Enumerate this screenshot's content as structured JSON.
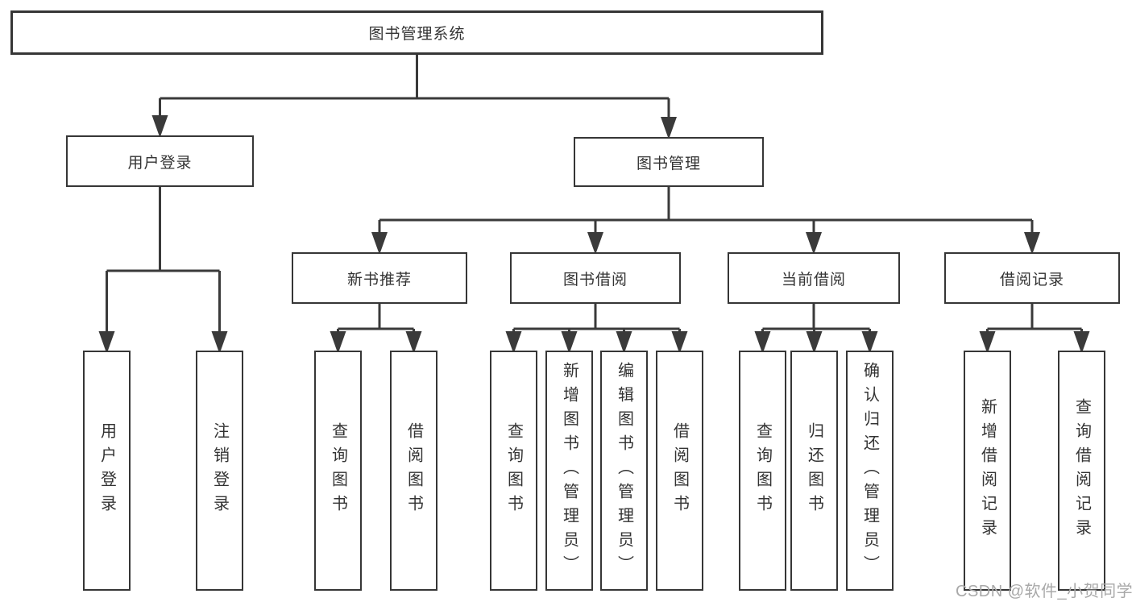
{
  "watermark": {
    "text": "CSDN @软件_小贺同学"
  },
  "colors": {
    "line": "#3a3a3a",
    "box_border": "#363636",
    "text": "#333333",
    "watermark": "#a9a9a9",
    "background": "#ffffff"
  },
  "tree": {
    "root": {
      "label": "图书管理系统"
    },
    "branches": [
      {
        "label": "用户登录",
        "children": [
          {
            "label": "用户登录"
          },
          {
            "label": "注销登录"
          }
        ]
      },
      {
        "label": "图书管理",
        "children": [
          {
            "label": "新书推荐",
            "children": [
              {
                "label": "查询图书"
              },
              {
                "label": "借阅图书"
              }
            ]
          },
          {
            "label": "图书借阅",
            "children": [
              {
                "label": "查询图书"
              },
              {
                "label": "新增图书（管理员）"
              },
              {
                "label": "编辑图书（管理员）"
              },
              {
                "label": "借阅图书"
              }
            ]
          },
          {
            "label": "当前借阅",
            "children": [
              {
                "label": "查询图书"
              },
              {
                "label": "归还图书"
              },
              {
                "label": "确认归还（管理员）"
              }
            ]
          },
          {
            "label": "借阅记录",
            "children": [
              {
                "label": "新增借阅记录"
              },
              {
                "label": "查询借阅记录"
              }
            ]
          }
        ]
      }
    ]
  }
}
